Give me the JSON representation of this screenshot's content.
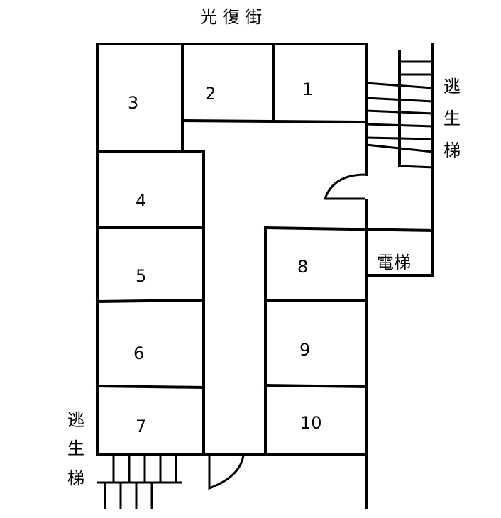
{
  "street": {
    "label": "光 復 街"
  },
  "units": [
    {
      "id": "1",
      "label": "1"
    },
    {
      "id": "2",
      "label": "2"
    },
    {
      "id": "3",
      "label": "3"
    },
    {
      "id": "4",
      "label": "4"
    },
    {
      "id": "5",
      "label": "5"
    },
    {
      "id": "6",
      "label": "6"
    },
    {
      "id": "7",
      "label": "7"
    },
    {
      "id": "8",
      "label": "8"
    },
    {
      "id": "9",
      "label": "9"
    },
    {
      "id": "10",
      "label": "10"
    }
  ],
  "elevator": {
    "label": "電梯"
  },
  "fire_escape_right": {
    "chars": [
      "逃",
      "生",
      "梯"
    ]
  },
  "fire_escape_left": {
    "chars": [
      "逃",
      "生",
      "梯"
    ]
  }
}
